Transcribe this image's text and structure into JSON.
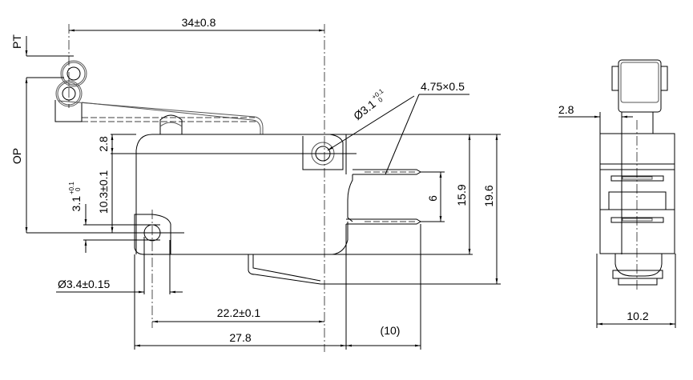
{
  "drawing": {
    "front_view": {
      "overall_length": "34±0.8",
      "pretravel_label": "PT",
      "operating_position_label": "OP",
      "hole_offset_top": "2.8",
      "hole_spacing_vertical": "10.3±0.1",
      "hole_slot_base": "3.1",
      "hole_slot_tol_upper": "+0.1",
      "hole_slot_tol_lower": "0",
      "lower_hole_diameter": "Ø3.4±0.15",
      "upper_hole_diameter_base": "Ø3.1",
      "upper_hole_tol_upper": "+0.1",
      "upper_hole_tol_lower": "0",
      "terminal_size": "4.75×0.5",
      "terminal_spacing": "6",
      "body_height": "15.9",
      "total_height": "19.6",
      "hole_spacing_horizontal": "22.2±0.1",
      "body_length": "27.8",
      "terminal_length": "(10)"
    },
    "side_view": {
      "offset": "2.8",
      "width": "10.2"
    }
  }
}
